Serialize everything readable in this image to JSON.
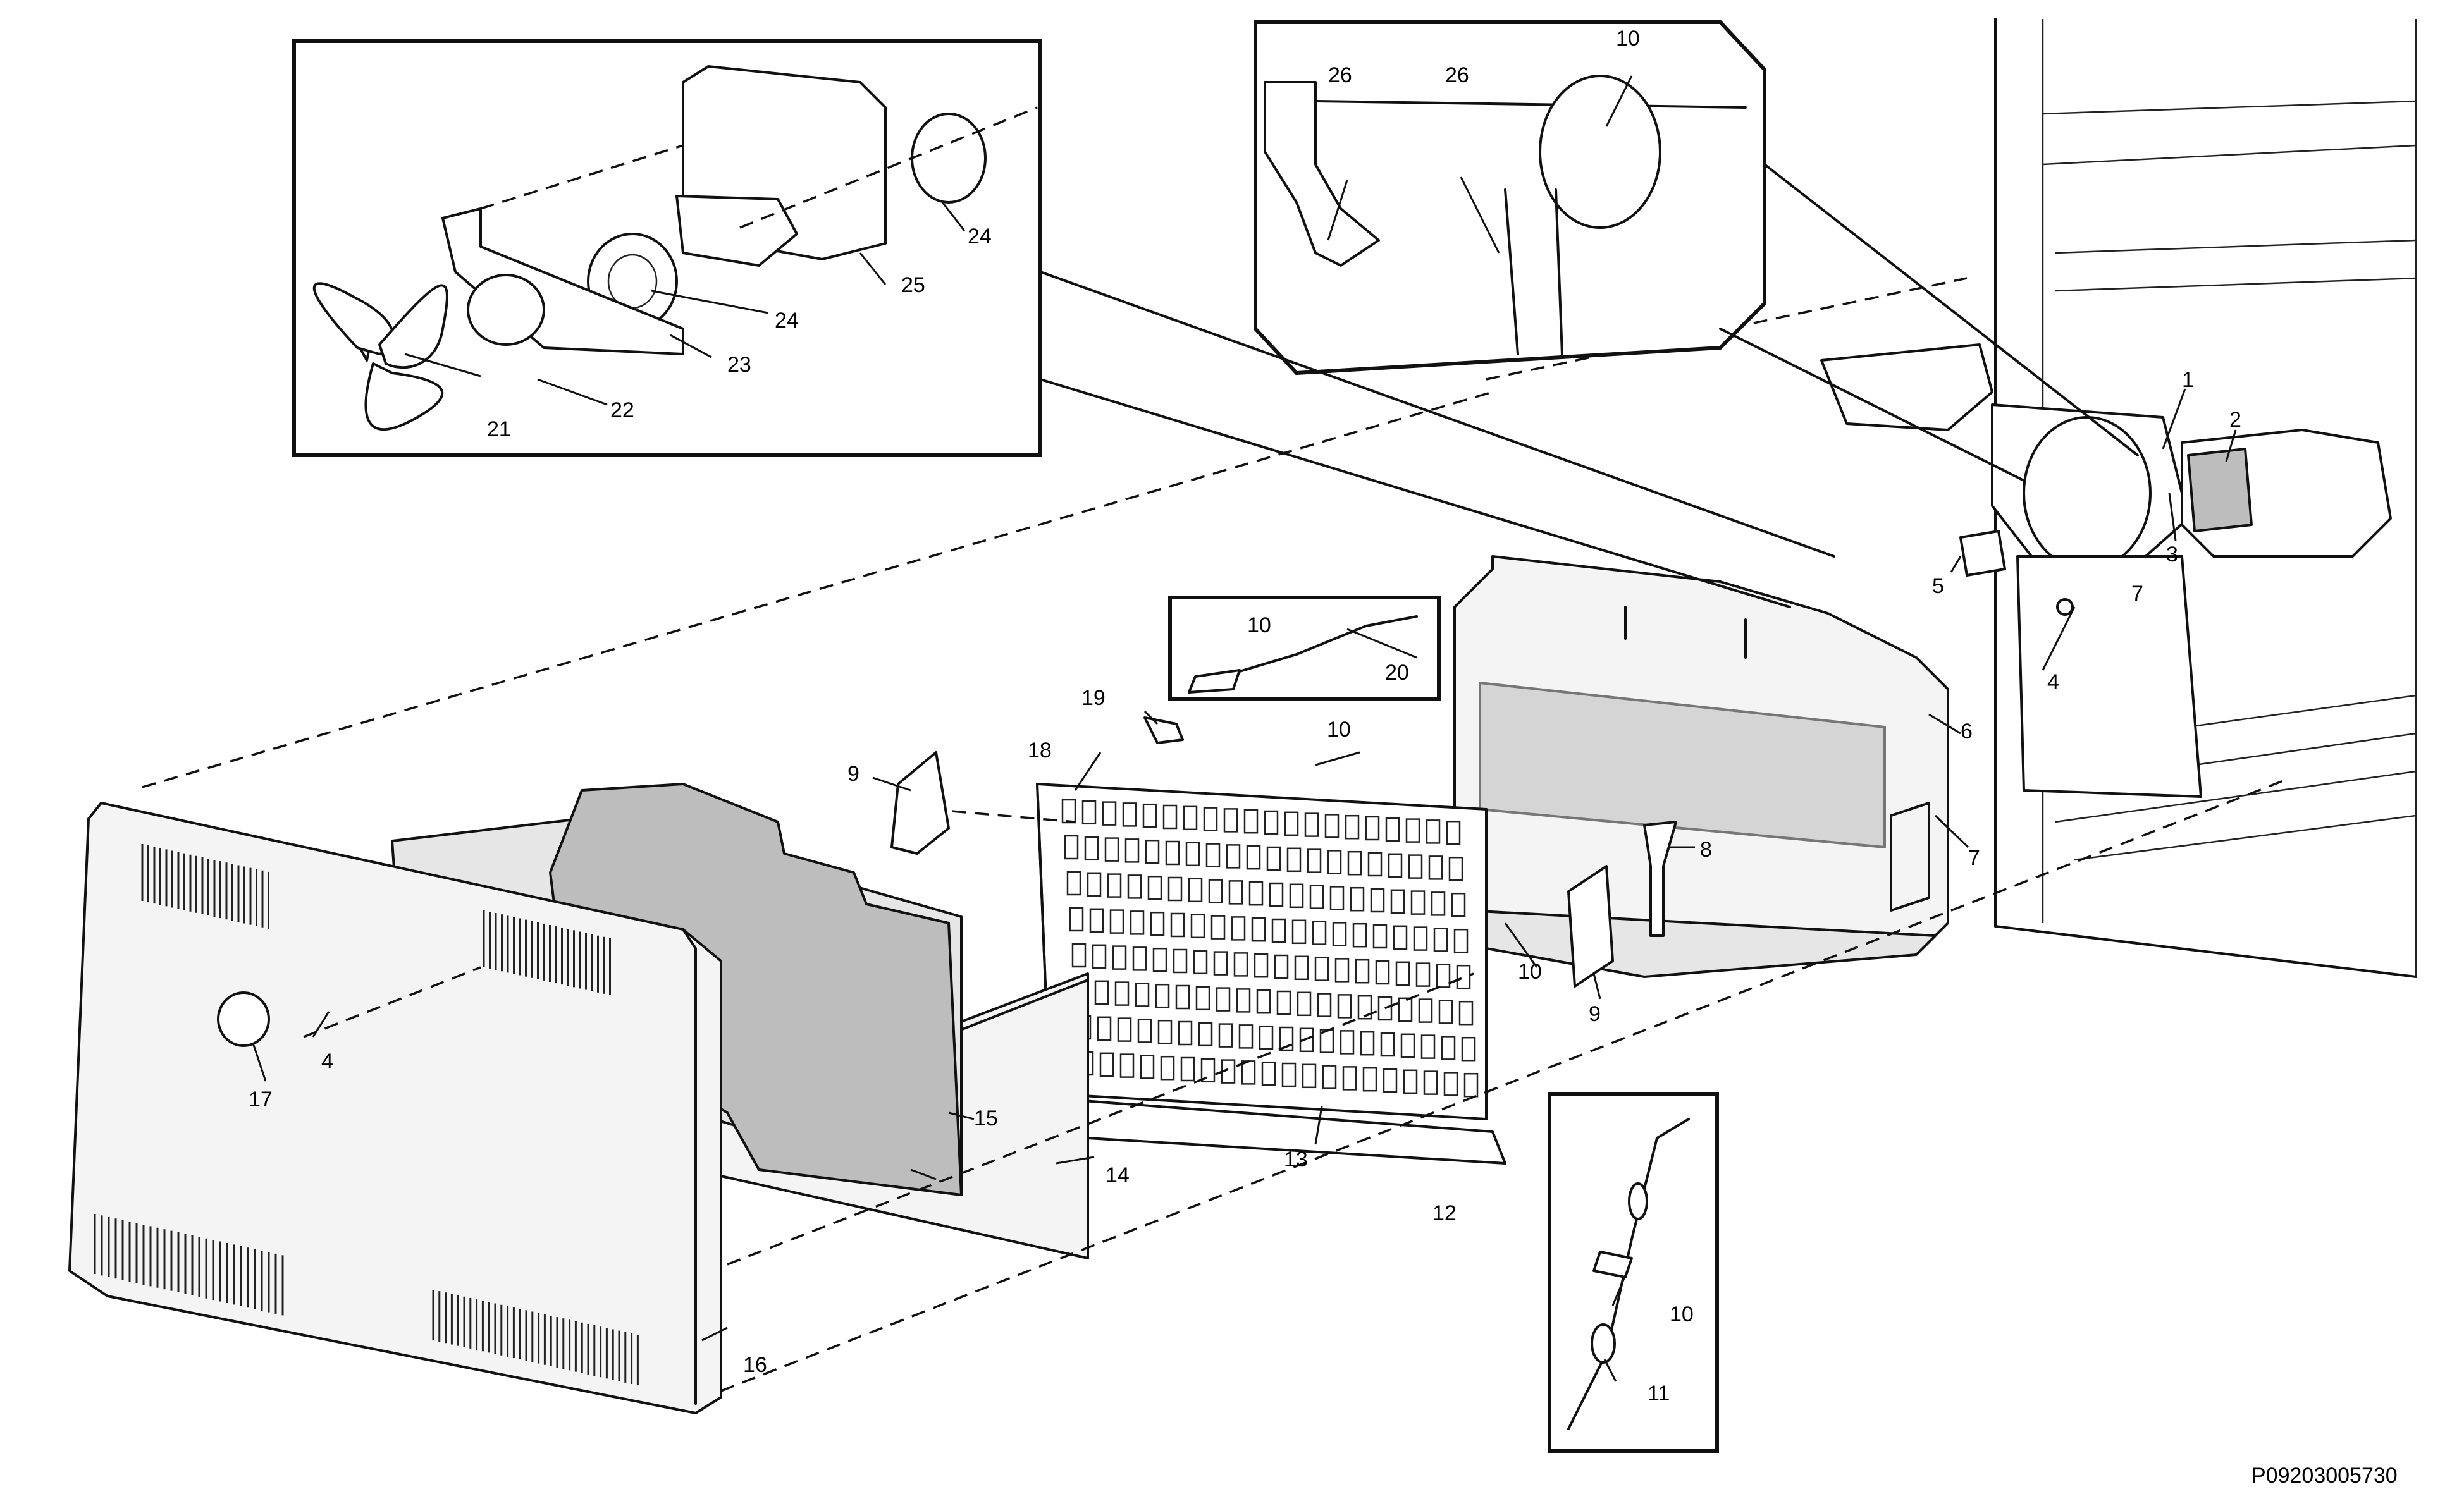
{
  "document_code": "P09203005730",
  "callouts": {
    "c1": "1",
    "c2": "2",
    "c3": "3",
    "c4a": "4",
    "c4b": "4",
    "c5": "5",
    "c6": "6",
    "c7a": "7",
    "c7b": "7",
    "c8": "8",
    "c9a": "9",
    "c9b": "9",
    "c10a": "10",
    "c10b": "10",
    "c10c": "10",
    "c10d": "10",
    "c10e": "10",
    "c11": "11",
    "c12": "12",
    "c13": "13",
    "c14": "14",
    "c15": "15",
    "c16": "16",
    "c17": "17",
    "c18": "18",
    "c19": "19",
    "c20": "20",
    "c21": "21",
    "c22": "22",
    "c23": "23",
    "c24a": "24",
    "c24b": "24",
    "c25": "25",
    "c26a": "26",
    "c26b": "26"
  }
}
